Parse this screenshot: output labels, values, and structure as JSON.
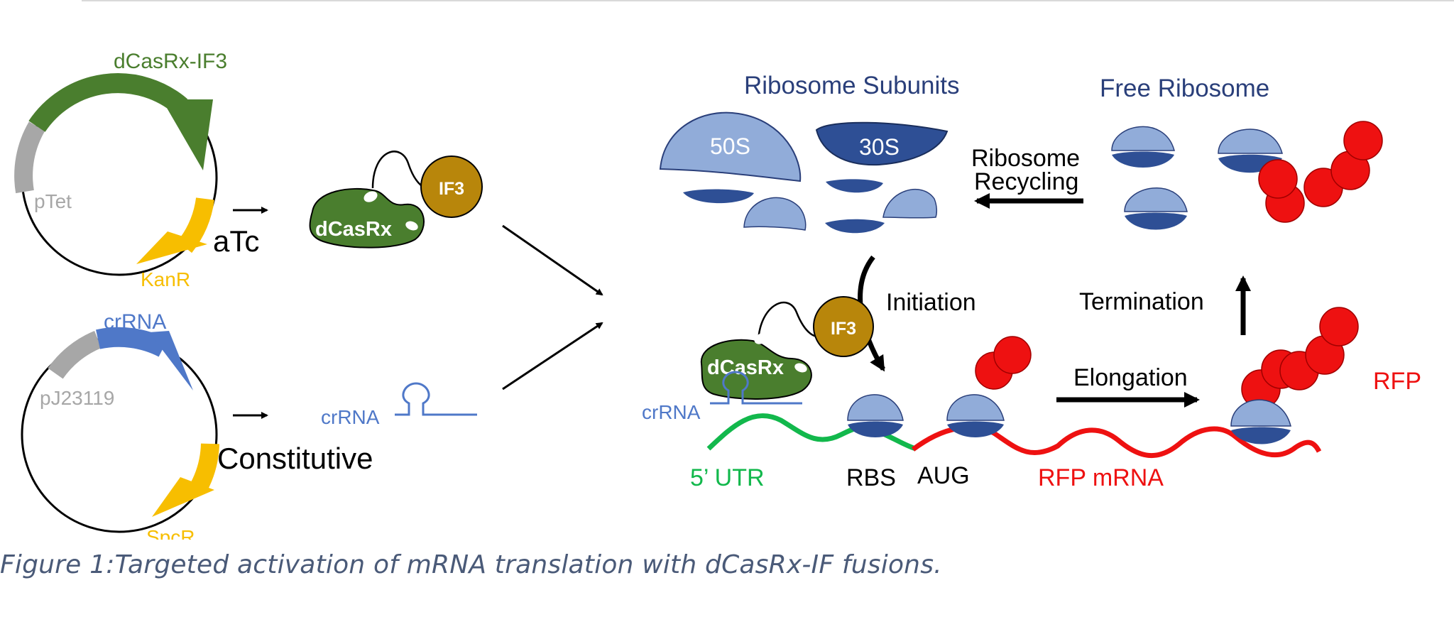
{
  "plasmid_1": {
    "gene": "dCasRx-IF3",
    "promoter": "pTet",
    "resistance": "KanR",
    "inducer": "aTc"
  },
  "plasmid_2": {
    "gene": "crRNA",
    "promoter": "pJ23119",
    "resistance": "SpcR",
    "expression": "Constitutive"
  },
  "products": {
    "fusion_label": "dCasRx",
    "if_label": "IF3",
    "crrna_label": "crRNA"
  },
  "ribosome": {
    "subunits_title": "Ribosome Subunits",
    "large_subunit": "50S",
    "small_subunit": "30S",
    "free_title": "Free Ribosome",
    "recycling_line1": "Ribosome",
    "recycling_line2": "Recycling"
  },
  "mrna": {
    "initiation": "Initiation",
    "termination": "Termination",
    "elongation": "Elongation",
    "utr": "5’ UTR",
    "rbs": "RBS",
    "aug": "AUG",
    "rfp_mrna": "RFP mRNA",
    "rfp": "RFP",
    "fusion_label": "dCasRx",
    "if_label": "IF3",
    "crrna_label": "crRNA"
  },
  "caption": "Figure 1:Targeted activation of mRNA translation with dCasRx-IF fusions.",
  "colors": {
    "green": "#4a7e2e",
    "gold": "#b8860b",
    "yellow": "#f7be00",
    "blue": "#4f78c8",
    "navy": "#2a3f7a",
    "light_blue": "#91acd9",
    "dark_blue": "#2e4f95",
    "red": "#ee1111",
    "mrna_green": "#12b84c",
    "grey": "#a7a7a7"
  }
}
